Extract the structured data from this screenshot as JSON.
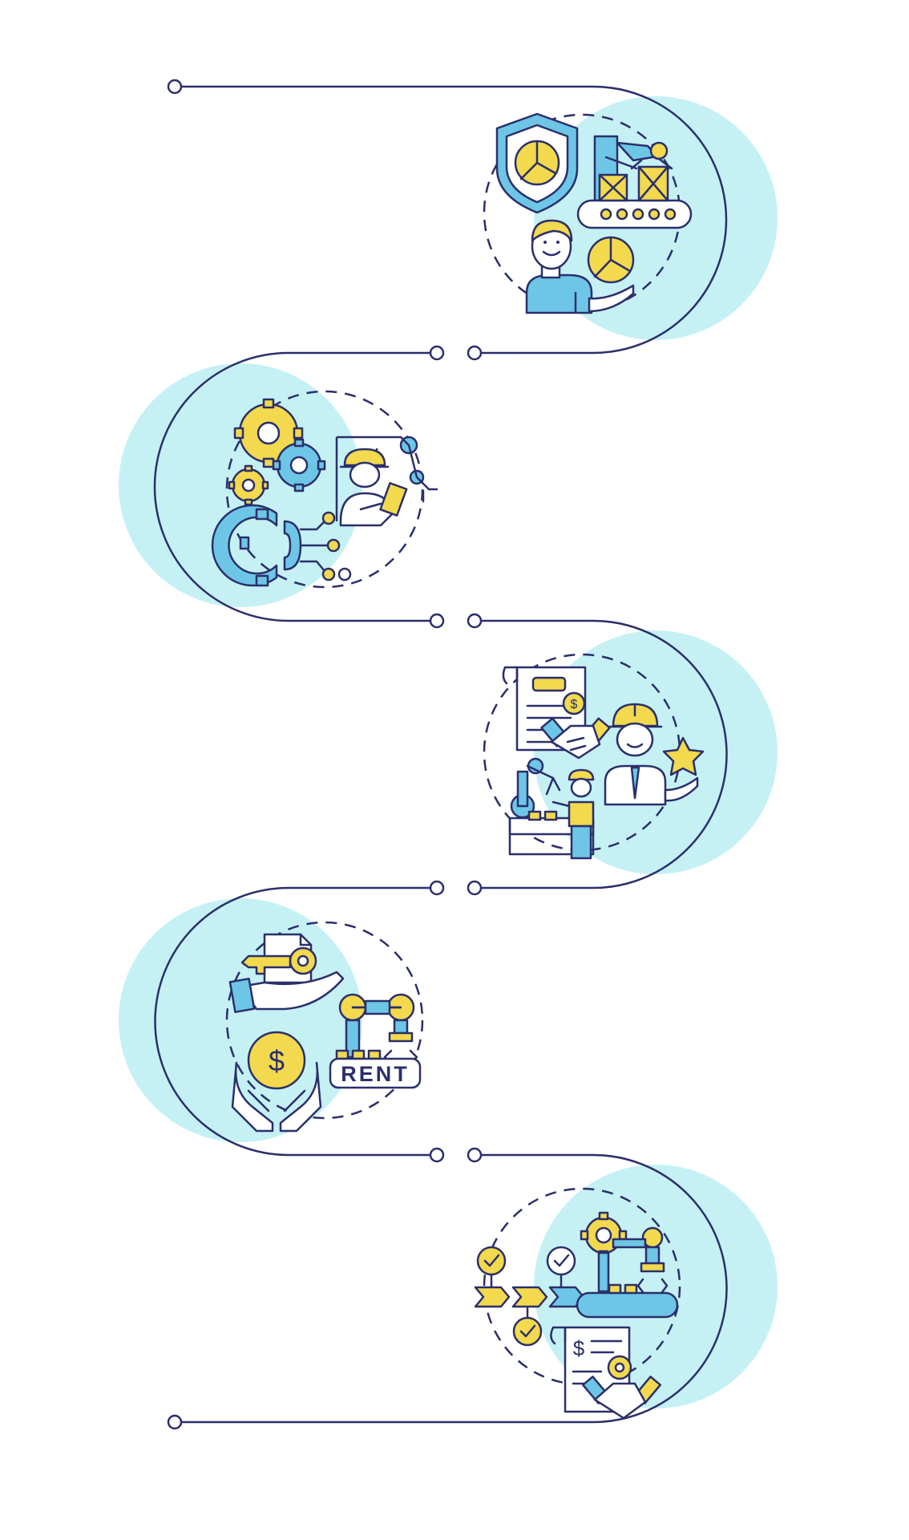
{
  "diagram": {
    "kind": "vertical-timeline-infographic",
    "steps": [
      {
        "topic": "robot-protection-and-insurance",
        "icons": [
          "shield-pie-icon",
          "robotic-arm-conveyor-icon",
          "person-icon",
          "pie-chart-in-hand-icon"
        ]
      },
      {
        "topic": "system-integration",
        "icons": [
          "gears-icon",
          "engineer-with-robot-arm-icon",
          "digital-gear-icon"
        ]
      },
      {
        "topic": "deal-with-engineer",
        "icons": [
          "contract-with-dollar-icon",
          "handshake-icon",
          "engineer-with-star-icon",
          "robot-operator-icon"
        ]
      },
      {
        "topic": "robot-rental",
        "icons": [
          "key-in-hand-icon",
          "dollar-coin-in-hands-icon",
          "robotic-arm-icon"
        ],
        "label": "RENT"
      },
      {
        "topic": "process-and-agreement",
        "icons": [
          "checkpoint-flow-icon",
          "gear-robot-conveyor-icon",
          "contract-with-handshake-icon"
        ]
      }
    ]
  },
  "colors": {
    "line": "#2b2f6b",
    "circle_fill": "#c5f1f5",
    "icon_fill_yellow": "#f2d94e",
    "icon_fill_blue": "#6ec6e6",
    "icon_stroke": "#2b2f6b"
  }
}
